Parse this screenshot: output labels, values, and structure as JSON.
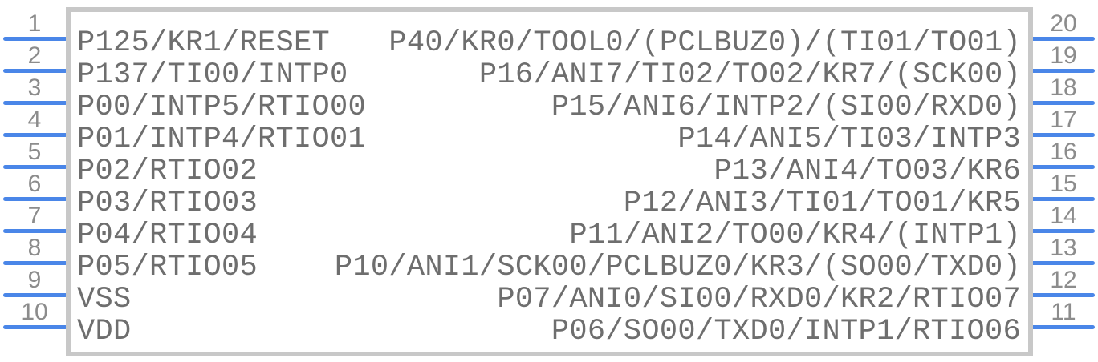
{
  "chip": {
    "colors": {
      "pin": "#4a86e8",
      "body_border": "#c8c8c8",
      "label_text": "#6e6e6e",
      "number_text": "#8c8c8c"
    },
    "pins_left": [
      {
        "number": "1",
        "label": "P125/KR1/RESET"
      },
      {
        "number": "2",
        "label": "P137/TI00/INTP0"
      },
      {
        "number": "3",
        "label": "P00/INTP5/RTIO00"
      },
      {
        "number": "4",
        "label": "P01/INTP4/RTIO01"
      },
      {
        "number": "5",
        "label": "P02/RTIO02"
      },
      {
        "number": "6",
        "label": "P03/RTIO03"
      },
      {
        "number": "7",
        "label": "P04/RTIO04"
      },
      {
        "number": "8",
        "label": "P05/RTIO05"
      },
      {
        "number": "9",
        "label": "VSS"
      },
      {
        "number": "10",
        "label": "VDD"
      }
    ],
    "pins_right": [
      {
        "number": "20",
        "label": "P40/KR0/TOOL0/(PCLBUZ0)/(TI01/TO01)"
      },
      {
        "number": "19",
        "label": "P16/ANI7/TI02/TO02/KR7/(SCK00)"
      },
      {
        "number": "18",
        "label": "P15/ANI6/INTP2/(SI00/RXD0)"
      },
      {
        "number": "17",
        "label": "P14/ANI5/TI03/INTP3"
      },
      {
        "number": "16",
        "label": "P13/ANI4/TO03/KR6"
      },
      {
        "number": "15",
        "label": "P12/ANI3/TI01/TO01/KR5"
      },
      {
        "number": "14",
        "label": "P11/ANI2/TO00/KR4/(INTP1)"
      },
      {
        "number": "13",
        "label": "P10/ANI1/SCK00/PCLBUZ0/KR3/(SO00/TXD0)"
      },
      {
        "number": "12",
        "label": "P07/ANI0/SI00/RXD0/KR2/RTIO07"
      },
      {
        "number": "11",
        "label": "P06/SO00/TXD0/INTP1/RTIO06"
      }
    ]
  }
}
